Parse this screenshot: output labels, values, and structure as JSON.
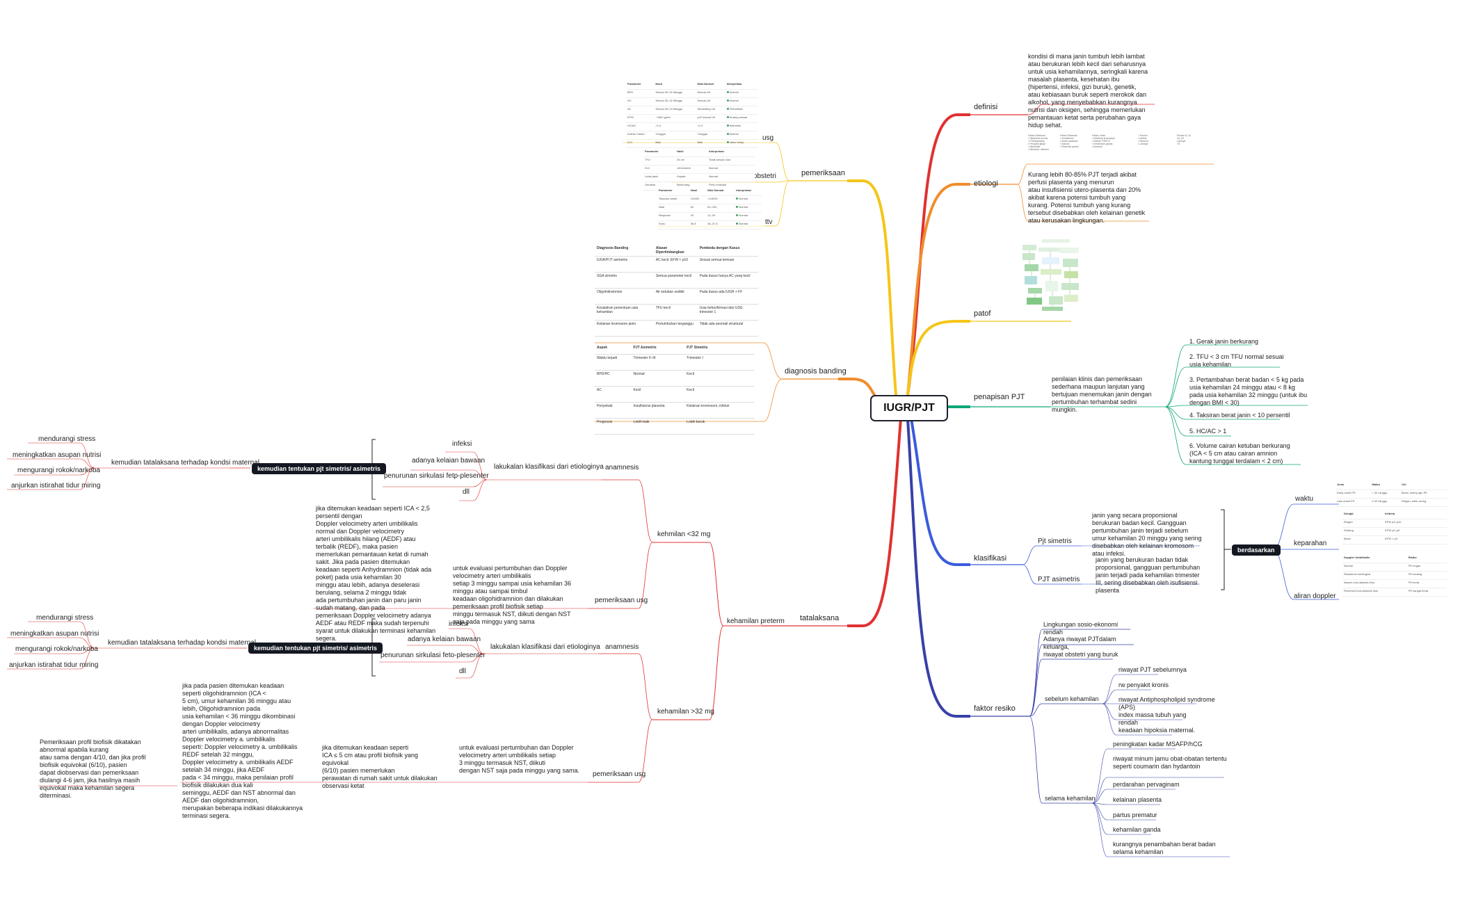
{
  "root": "IUGR/PJT",
  "branches": {
    "definisi": {
      "label": "definisi",
      "text": "kondisi di mana janin tumbuh lebih lambat atau berukuran lebih kecil dari seharusnya untuk usia kehamilannya, seringkali karena masalah plasenta, kesehatan ibu (hipertensi, infeksi, gizi buruk), genetik, atau kebiasaan buruk seperti merokok dan alkohol, yang menyebabkan kurangnya nutrisi dan oksigen, sehingga memerlukan pemantauan ketat serta perubahan gaya hidup sehat."
    },
    "etiologi": {
      "label": "etiologi",
      "text": "Kurang lebih 80-85% PJT terjadi akibat perfusi plasenta yang menurun\natau insufisiensi utero-plasenta dan 20% akibat karena potensi tumbuh yang\nkurang. Potensi tumbuh yang kurang tersebut disebabkan oleh kelainan genetik atau kerusakan lingkungan."
    },
    "patof": {
      "label": "patof"
    },
    "penapisan": {
      "label": "penapisan PJT",
      "text": "penilaian klinis dan pemeriksaan sederhana maupun lanjutan yang bertujuan menemukan janin dengan pertumbuhan terhambat sedini mungkin.",
      "items": [
        "1. Gerak janin berkurang",
        "2. TFU < 3 cm TFU normal sesuai usia kehamilan",
        "3. Pertambahan berat badan < 5 kg pada usia kehamilan 24 minggu atau < 8 kg pada usia kehamilan 32 minggu (untuk ibu dengan BMI < 30)",
        "4. Taksiran berat janin < 10 persentil",
        "5. HC/AC > 1",
        "6. Volume cairan ketuban berkurang (ICA < 5 cm atau cairan amnion kantung tunggal terdalam < 2 cm)"
      ]
    },
    "klasifikasi": {
      "label": "klasifikasi",
      "simetris": {
        "label": "Pjt simetris",
        "text": "janin yang secara proporsional berukuran badan kecil. Gangguan pertumbuhan janin terjadi sebelum umur kehamilan 20 minggu yang sering disebabkan oleh kelainan kromosom atau infeksi."
      },
      "asimetris": {
        "label": "PJT asimetris",
        "text": "janin yang berukuran badan tidak proporsional, gangguan pertumbuhan janin terjadi pada kehamilan trimester III, sering disebabkan oleh isufisiensi plasenta"
      },
      "berdasarkan": "berdasarkan",
      "waktu": "waktu",
      "keparahan": "keparahan",
      "aliran": "aliran doppler"
    },
    "faktor": {
      "label": "faktor resiko",
      "items": [
        "Lingkungan sosio-ekonomi rendah",
        "Adanya riwayat PJTdalam keluarga,",
        "riwayat obstetri yang buruk"
      ],
      "sebelum": {
        "label": "sebelum kehamilan",
        "items": [
          "riwayat PJT sebelumnya",
          "rw penyakit kronis",
          "riwayat Antiphospholipid syndrome (APS)",
          "index massa tubuh yang rendah",
          "keadaan hipoksia maternal."
        ]
      },
      "selama": {
        "label": "selama kehamilan",
        "items": [
          "peningkatan kadar MSAFP/hCG",
          "riwayat minum jamu obat-obatan tertentu seperti coumarin dan hydantoin",
          "perdarahan pervaginam",
          "kelainan plasenta",
          "partus prematur",
          "kehamilan ganda",
          "kurangnya penambahan berat badan selama kehamilan"
        ]
      }
    },
    "pemeriksaan": {
      "label": "pemeriksaan",
      "usg": "usg",
      "obstetri": "obstetri",
      "ttv": "ttv"
    },
    "diagnosis": {
      "label": "diagnosis banding"
    },
    "tatalaksana": {
      "label": "tatalaksana",
      "preterm": "kehamilan preterm",
      "maternal_items": [
        "mendurangi stress",
        "meningkatkan asupan nutrisi",
        "mengurangi rokok/narkoba",
        "anjurkan istirahat tidur miring"
      ],
      "lt32": {
        "label": "kehmilan <32 mg",
        "anamnesis": "anamnesis",
        "klasifikasi": "lakukalan klasifikasi dari etiologinya",
        "c0": "infeksi",
        "c1": "adanya kelaian bawaan",
        "c2": "penurunan sirkulasi fetp-plesenter",
        "c3": "dll",
        "tentukan": "kemudian tentukan pjt simetris/ asimetris",
        "maternal": "kemudian tatalaksana terhadap kondsi maternal",
        "usg": "pemeriksaan usg",
        "usg_text1": "untuk evaluasi pertumbuhan dan Doppler velocimetry arteri umbilikalis\n setiap 3 minggu sampai usia kehamilan 36 minggu atau sampai timbul\n keadaan oligohidramnion dan dilakukan pemeriksaan profil biofisik setiap\n minggu termasuk NST, diikuti dengan NST saja pada minggu yang sama",
        "usg_text2": "jika ditemukan keadaan seperti ICA < 2,5 persentil dengan\n Doppler velocimetry arteri umbilikalis normal dan Doppler velocimetry\n arteri umbilikalis hilang (AEDF) atau terbalik (REDF), maka pasien\n memerlukan pemantauan ketat di rumah sakit. Jika pada pasien ditemukan\n keadaan seperti Anhydramnion (tidak ada poket) pada usia kehamilan 30\n minggu atau lebih, adanya deselerasi berulang, selama 2 minggu tidak\n ada pertumbuhan janin dan paru janin sudah matang, dan pada\n pemeriksaan Doppler velocimetry adanya AEDF atau REDF maka sudah terpenuhi syarat untuk dilakukan terminasi kehamilan segera."
      },
      "gt32": {
        "label": "kehamilan >32 mg",
        "anamnesis": "anamnesis",
        "klasifikasi": "lakukalan klasifikasi dari etiologinya",
        "c0": "infeksi",
        "c1": "adanya kelaian bawaan",
        "c2": "penurunan sirkulasi feto-plesenter",
        "c3": "dll",
        "tentukan": "kemudian tentukan pjt simetris/ asimetris",
        "maternal": "kemudian tatalaksana terhadap kondsi maternal",
        "usg": "pemeriksaan usg",
        "usg_text1": "untuk evaluasi pertumbuhan dan Doppler velocimetry arteri umbilikalis setiap\n 3 minggu termasuk NST, diikuti\n dengan NST saja pada minggu yang sama.",
        "usg_text2": "jika ditemukan keadaan seperti\n ICA ≤ 5 cm atau profil biofisik yang equivokal\n (6/10) pasien memerlukan\n perawatan di rumah sakit untuk dilakukan\n observasi ketat",
        "usg_text3": "jika pada pasien ditemukan keadaan seperti oligohidramnion (ICA <\n 5 cm), umur kehamilan 36 minggu atau lebih, Oligohidramnion pada\n usia kehamilan < 36 minggu dikombinasi dengan Doppler velocimetry\n arteri umbilikalis, adanya abnormalitas Doppler velocimetry a. umbilikalis\n seperti: Doppler velocimetry a. umbilikalis REDF setelah 32 minggu,\n Doppler velocimetry a. umbilikalis AEDF setelah 34 minggu, jika AEDF\n pada < 34 minggu, maka penilaian profil biofisik dilakukan dua kali\n seminggu, AEDF dan NST abnormal dan AEDF dan oligohidramnion,\n merupakan beberapa indikasi dilakukannya terminasi segera.",
        "usg_text4": "Pemeriksaan profil biofisik dikatakan abnormal apabila kurang\n atau sama dengan 4/10, dan jika profil biofisik equivokal (6/10), pasien\n dapat diobservasi dan pemeriksaan diulangi 4-6 jam, jika hasilnya masih\n equivokal maka kehamilan segera diterminasi."
      }
    }
  }
}
